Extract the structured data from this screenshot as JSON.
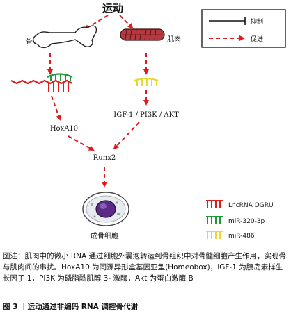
{
  "diagram": {
    "top_label": "运动",
    "bone_label": "骨",
    "muscle_label": "肌肉",
    "node_hoxa10": "HoxA10",
    "node_igf": "IGF-1 / PI3K / AKT",
    "node_runx2": "Runx2",
    "node_cell": "成骨细胞",
    "legend_box": {
      "inhibit_label": "抑制",
      "promote_label": "促进"
    },
    "legend_rna": [
      {
        "label": "LncRNA OGRU",
        "color": "#e01b1b"
      },
      {
        "label": "miR-320-3p",
        "color": "#1a9a3a"
      },
      {
        "label": "miR-486",
        "color": "#e8d830"
      }
    ],
    "colors": {
      "arrow": "#e01b1b",
      "lncrna": "#e01b1b",
      "mir320": "#1a9a3a",
      "mir486": "#e8d830",
      "muscle_fill": "#b8383e",
      "cell_nucleus": "#5b2a86"
    }
  },
  "caption": {
    "body": "图注：肌肉中的微小 RNA 通过细胞外囊泡转运到骨组织中对骨髓细胞产生作用，实现骨与肌肉间的串扰。HoxA10 为同源异形盒基因亚型(Homeobox)，IGF-1 为胰岛素样生长因子 1，PI3K 为磷脂酰肌醇 3- 激酶，Akt 为蛋白激酶 B",
    "title": "图 3 丨运动通过非编码 RNA 调控骨代谢"
  }
}
